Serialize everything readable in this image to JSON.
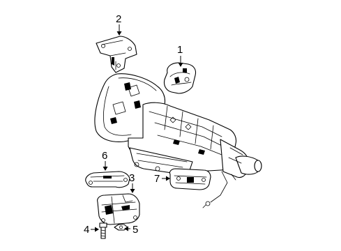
{
  "diagram": {
    "callouts": [
      {
        "id": "c1",
        "label": "1"
      },
      {
        "id": "c2",
        "label": "2"
      },
      {
        "id": "c3",
        "label": "3"
      },
      {
        "id": "c4",
        "label": "4"
      },
      {
        "id": "c5",
        "label": "5"
      },
      {
        "id": "c6",
        "label": "6"
      },
      {
        "id": "c7",
        "label": "7"
      }
    ],
    "parts": [
      {
        "callout": "1",
        "icon": "upper-mount-bracket"
      },
      {
        "callout": "2",
        "icon": "support-bracket"
      },
      {
        "callout": "3",
        "icon": "transmission-mount"
      },
      {
        "callout": "4",
        "icon": "bolt"
      },
      {
        "callout": "5",
        "icon": "nut"
      },
      {
        "callout": "6",
        "icon": "insulator-mount"
      },
      {
        "callout": "7",
        "icon": "crossmember-bracket"
      },
      {
        "callout": "",
        "icon": "transmission-assembly"
      }
    ],
    "colors": {
      "line": "#000000",
      "background": "#ffffff"
    }
  }
}
